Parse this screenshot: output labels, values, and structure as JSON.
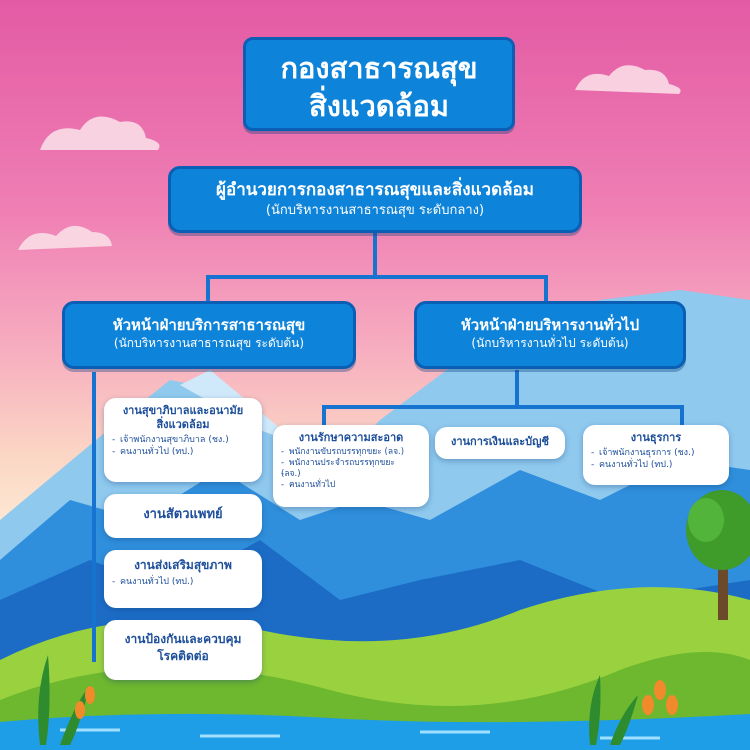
{
  "title": {
    "line1": "กองสาธารณสุข",
    "line2": "สิ่งแวดล้อม"
  },
  "director": {
    "title": "ผู้อำนวยการกองสาธารณสุขและสิ่งแวดล้อม",
    "subtitle": "(นักบริหารงานสาธารณสุข ระดับกลาง)"
  },
  "left_head": {
    "title": "หัวหน้าฝ่ายบริการสาธารณสุข",
    "subtitle": "(นักบริหารงานสาธารณสุข ระดับต้น)",
    "units": [
      {
        "name_line1": "งานสุขาภิบาลและอนามัย",
        "name_line2": "สิ่งแวดล้อม",
        "items": [
          "เจ้าพนักงานสุขาภิบาล (ชง.)",
          "คนงานทั่วไป (ทป.)"
        ]
      },
      {
        "name": "งานสัตวแพทย์"
      },
      {
        "name": "งานส่งเสริมสุขภาพ",
        "items": [
          "คนงานทั่วไป (ทป.)"
        ]
      },
      {
        "name_line1": "งานป้องกันและควบคุม",
        "name_line2": "โรคติดต่อ"
      }
    ]
  },
  "right_head": {
    "title": "หัวหน้าฝ่ายบริหารงานทั่วไป",
    "subtitle": "(นักบริหารงานทั่วไป ระดับต้น)",
    "units": [
      {
        "name": "งานรักษาความสะอาด",
        "items": [
          "พนักงานขับรถบรรทุกขยะ (ลจ.)",
          "พนักงานประจำรถบรรทุกขยะ",
          "(ลจ.)",
          "คนงานทั่วไป"
        ]
      },
      {
        "name": "งานการเงินและบัญชี"
      },
      {
        "name": "งานธุรการ",
        "items": [
          "เจ้าพนักงานธุรการ (ชง.)",
          "คนงานทั่วไป (ทป.)"
        ]
      }
    ]
  }
}
